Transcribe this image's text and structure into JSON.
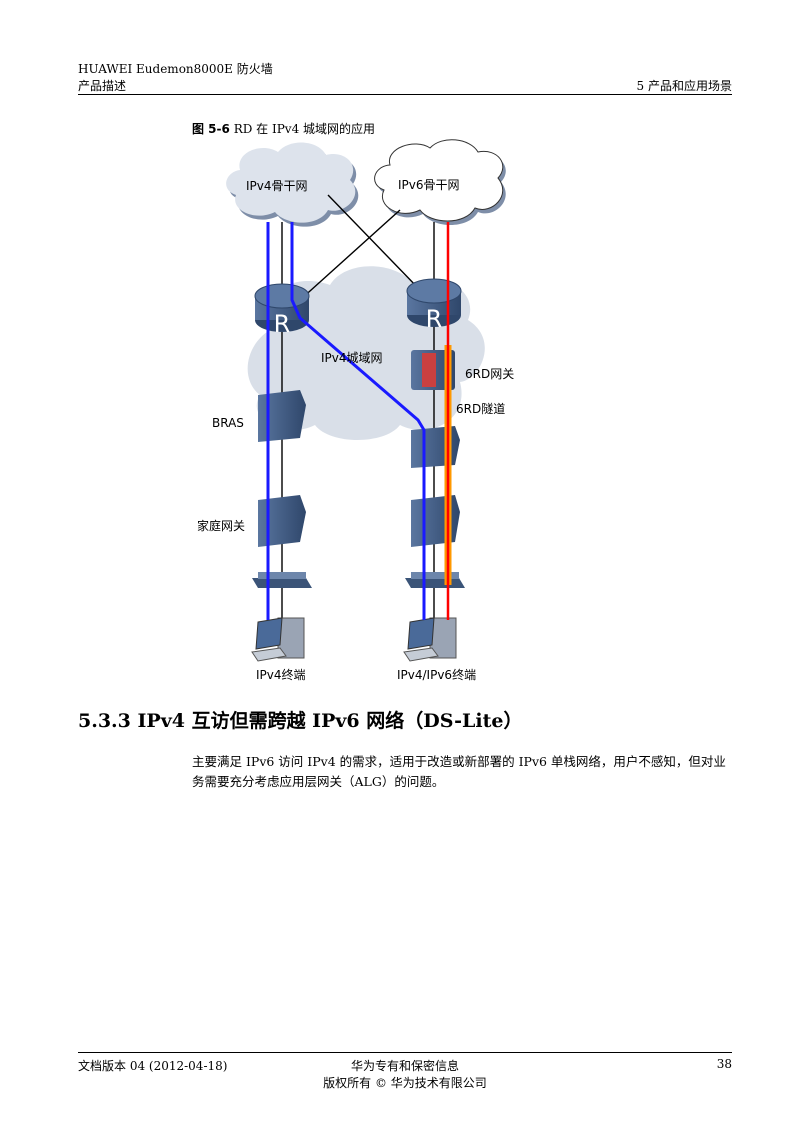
{
  "header": {
    "product": "HUAWEI Eudemon8000E 防火墙",
    "doc_type": "产品描述",
    "chapter": "5 产品和应用场景"
  },
  "figure": {
    "caption_num": "图 5-6",
    "caption_text": "RD 在 IPv4 城域网的应用",
    "labels": {
      "ipv4_backbone": "IPv4骨干网",
      "ipv6_backbone": "IPv6骨干网",
      "router_left": "R",
      "router_right": "R",
      "metro": "IPv4城域网",
      "gateway_6rd": "6RD网关",
      "tunnel_6rd": "6RD隧道",
      "bras": "BRAS",
      "home_gateway": "家庭网关",
      "ipv4_terminal": "IPv4终端",
      "dual_terminal": "IPv4/IPv6终端"
    }
  },
  "section": {
    "number": "5.3.3",
    "title": "IPv4 互访但需跨越 IPv6 网络（DS-Lite）",
    "paragraph": "主要满足 IPv6 访问 IPv4 的需求，适用于改造或新部署的 IPv6 单栈网络，用户不感知，但对业务需要充分考虑应用层网关（ALG）的问题。"
  },
  "footer": {
    "version": "文档版本 04 (2012-04-18)",
    "confidential": "华为专有和保密信息",
    "copyright": "版权所有 © 华为技术有限公司",
    "page": "38"
  },
  "colors": {
    "ipv4_path": "#1a1aff",
    "ipv6_path": "#ff0000",
    "tunnel": "#ff9900",
    "device": "#3f5a80",
    "cloud": "#d4dbe6"
  }
}
